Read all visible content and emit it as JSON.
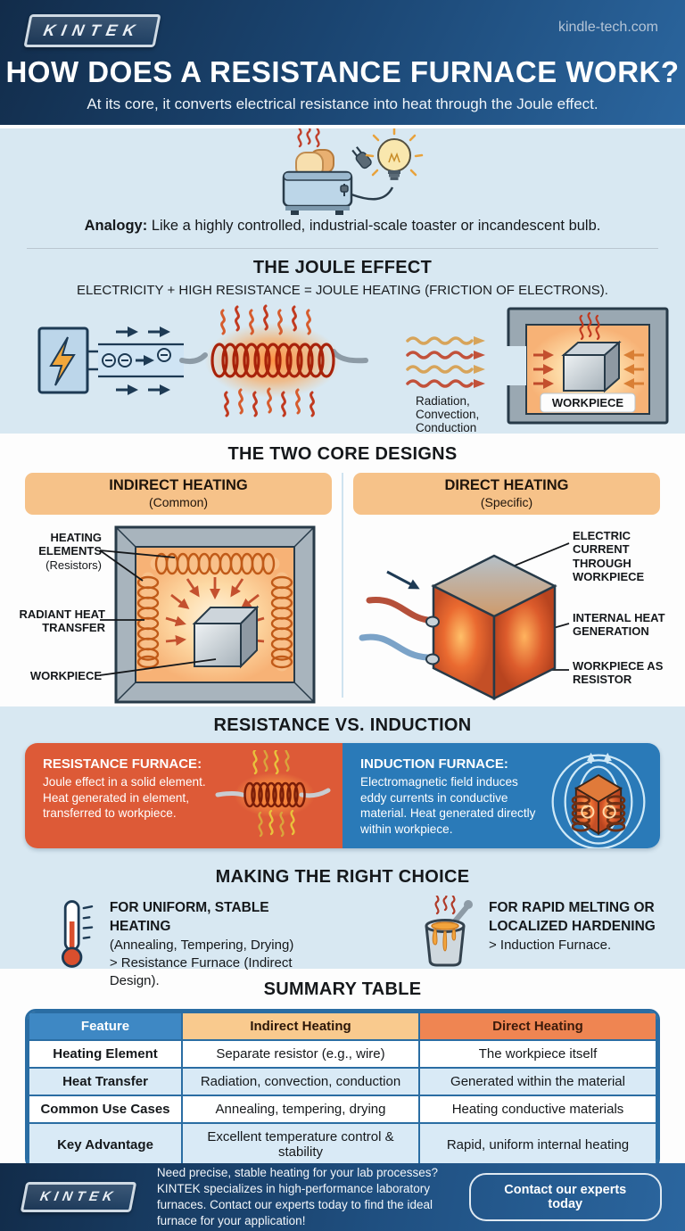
{
  "header": {
    "logo_text": "KINTEK",
    "website": "kindle-tech.com",
    "title": "HOW DOES A RESISTANCE FURNACE WORK?",
    "subtitle": "At its core, it converts electrical resistance into heat through the Joule effect."
  },
  "analogy": {
    "label": "Analogy:",
    "text": "Like a highly controlled, industrial-scale toaster or incandescent bulb."
  },
  "joule": {
    "heading": "THE JOULE EFFECT",
    "formula": "ELECTRICITY + HIGH RESISTANCE = JOULE HEATING (FRICTION OF ELECTRONS).",
    "transfer_line1": "Radiation,",
    "transfer_line2": "Convection,",
    "transfer_line3": "Conduction",
    "workpiece_label": "WORKPIECE"
  },
  "designs": {
    "heading": "THE TWO CORE DESIGNS",
    "indirect": {
      "title": "INDIRECT HEATING",
      "subtitle": "(Common)",
      "label_heating_elements": "HEATING ELEMENTS",
      "label_resistors": "(Resistors)",
      "label_radiant": "RADIANT HEAT TRANSFER",
      "label_workpiece": "WORKPIECE"
    },
    "direct": {
      "title": "DIRECT HEATING",
      "subtitle": "(Specific)",
      "label_current": "ELECTRIC CURRENT THROUGH WORKPIECE",
      "label_internal": "INTERNAL HEAT GENERATION",
      "label_resistor": "WORKPIECE AS RESISTOR"
    }
  },
  "comparison": {
    "heading": "RESISTANCE VS. INDUCTION",
    "resistance": {
      "title": "RESISTANCE FURNACE:",
      "body": "Joule effect in a solid element. Heat generated in element, transferred to workpiece."
    },
    "induction": {
      "title": "INDUCTION FURNACE:",
      "body": "Electromagnetic field induces eddy currents in conductive material. Heat generated directly within workpiece."
    }
  },
  "choice": {
    "heading": "MAKING THE RIGHT CHOICE",
    "stable": {
      "title": "FOR UNIFORM, STABLE HEATING",
      "subtitle": "(Annealing, Tempering, Drying)",
      "recommendation": "> Resistance Furnace (Indirect Design)."
    },
    "rapid": {
      "title": "FOR RAPID MELTING OR LOCALIZED HARDENING",
      "recommendation": "> Induction Furnace."
    }
  },
  "summary": {
    "heading": "SUMMARY TABLE",
    "columns": [
      "Feature",
      "Indirect Heating",
      "Direct Heating"
    ],
    "rows": [
      {
        "feature": "Heating Element",
        "indirect": "Separate resistor (e.g., wire)",
        "direct": "The workpiece itself"
      },
      {
        "feature": "Heat Transfer",
        "indirect": "Radiation, convection, conduction",
        "direct": "Generated within the material"
      },
      {
        "feature": "Common Use Cases",
        "indirect": "Annealing, tempering, drying",
        "direct": "Heating conductive materials"
      },
      {
        "feature": "Key Advantage",
        "indirect": "Excellent temperature control & stability",
        "direct": "Rapid, uniform internal heating"
      }
    ]
  },
  "footer": {
    "logo_text": "KINTEK",
    "text": "Need precise, stable heating for your lab processes? KINTEK specializes in high-performance laboratory furnaces. Contact our experts today to find the ideal furnace for your application!",
    "button_label": "Contact our experts today"
  },
  "colors": {
    "section_light_blue": "#d8e8f2",
    "header_blue_dark": "#122c4a",
    "header_blue": "#2b669f",
    "design_bar_orange": "#f6c289",
    "resistance_red": "#dd5a37",
    "induction_blue": "#2a7ab8",
    "table_header_blue": "#3e88c4",
    "table_indirect_orange": "#f9ca8e",
    "table_direct_orange": "#ef8552",
    "table_border_blue": "#2a6da3"
  }
}
